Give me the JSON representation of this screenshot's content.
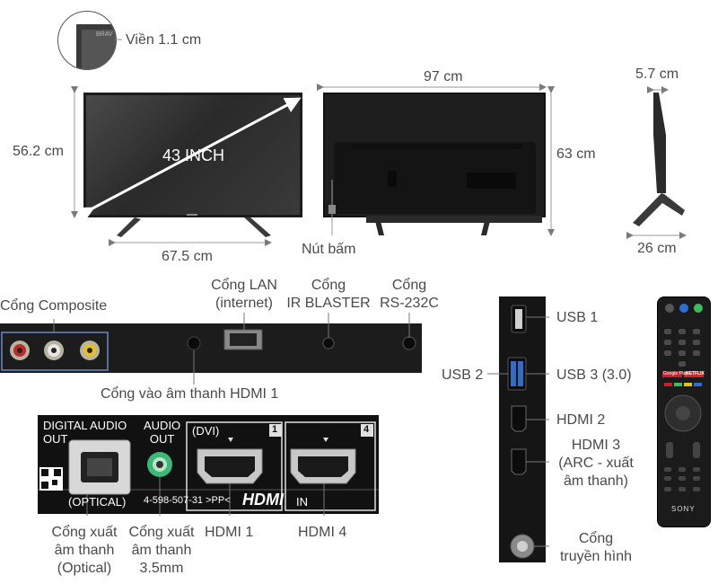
{
  "bezel": {
    "zoom_text": "BRAV",
    "label": "Viền 1.1 cm"
  },
  "front": {
    "diagonal": "43 INCH",
    "height": "56.2 cm",
    "stand_width": "67.5 cm"
  },
  "back": {
    "width": "97 cm",
    "height": "63 cm",
    "button_label": "Nút bấm"
  },
  "side": {
    "depth": "5.7 cm",
    "base_depth": "26 cm"
  },
  "rear_strip": {
    "composite": "Cổng Composite",
    "lan": [
      "Cổng LAN",
      "(internet)"
    ],
    "ir": [
      "Cổng",
      "IR BLASTER"
    ],
    "rs232": [
      "Cổng",
      "RS-232C"
    ],
    "hdmi_audio_in": "Cổng vào âm thanh HDMI 1"
  },
  "port_panel": {
    "digital_audio": [
      "DIGITAL AUDIO",
      "OUT"
    ],
    "optical": "(OPTICAL)",
    "audio_out": [
      "AUDIO",
      "OUT"
    ],
    "dvi": "(DVI)",
    "hdmi_num_1": "1",
    "hdmi_num_4": "4",
    "part_no": "4-598-507-31 >PP<",
    "hdmi_logo": "HDMI",
    "hdmi_in": "IN"
  },
  "port_labels": {
    "optical_out": [
      "Cổng xuất",
      "âm thanh",
      "(Optical)"
    ],
    "audio_35": [
      "Cổng xuất",
      "âm thanh",
      "3.5mm"
    ],
    "hdmi1": "HDMI 1",
    "hdmi4": "HDMI 4"
  },
  "side_ports": {
    "usb1": "USB 1",
    "usb2": "USB 2",
    "usb3": "USB 3 (3.0)",
    "hdmi2": "HDMI 2",
    "hdmi3": [
      "HDMI 3",
      "(ARC - xuất",
      "âm thanh)"
    ],
    "antenna": [
      "Cổng",
      "truyền hình"
    ]
  },
  "remote": {
    "brand": "SONY",
    "netflix": "NETFLIX",
    "google_play": "Google Play"
  }
}
